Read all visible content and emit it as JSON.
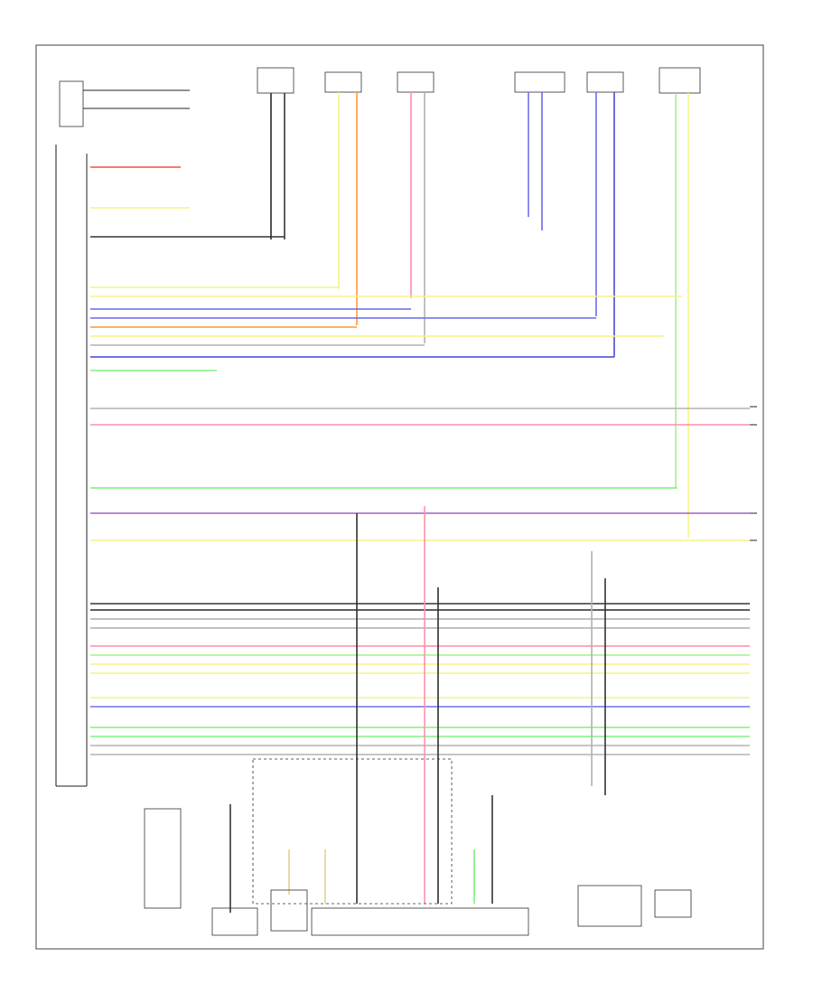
{
  "frame_label": "",
  "footer_label": "",
  "connectors_top": [
    {
      "id": "conn-1",
      "label": ""
    },
    {
      "id": "conn-2",
      "label": ""
    },
    {
      "id": "conn-3",
      "label": ""
    },
    {
      "id": "conn-4",
      "label": ""
    },
    {
      "id": "conn-5",
      "label": ""
    },
    {
      "id": "conn-6",
      "label": ""
    }
  ],
  "wire_colors": {
    "yellow": "#f4f48a",
    "orange": "#ff9a3c",
    "red": "#ff4d4d",
    "pink": "#ff8fa8",
    "blue": "#6f6fe8",
    "darkblue": "#4a4ad8",
    "green": "#7ef07e",
    "lightgreen": "#a8f08a",
    "gray": "#b0b0b0",
    "black": "#333333",
    "purple": "#a060c0",
    "tan": "#e8d090"
  },
  "bottom_modules": [
    {
      "id": "mod-a",
      "label": ""
    },
    {
      "id": "mod-b",
      "label": ""
    },
    {
      "id": "mod-c",
      "label": ""
    },
    {
      "id": "mod-d",
      "label": ""
    },
    {
      "id": "mod-e",
      "label": ""
    },
    {
      "id": "mod-f",
      "label": ""
    }
  ]
}
